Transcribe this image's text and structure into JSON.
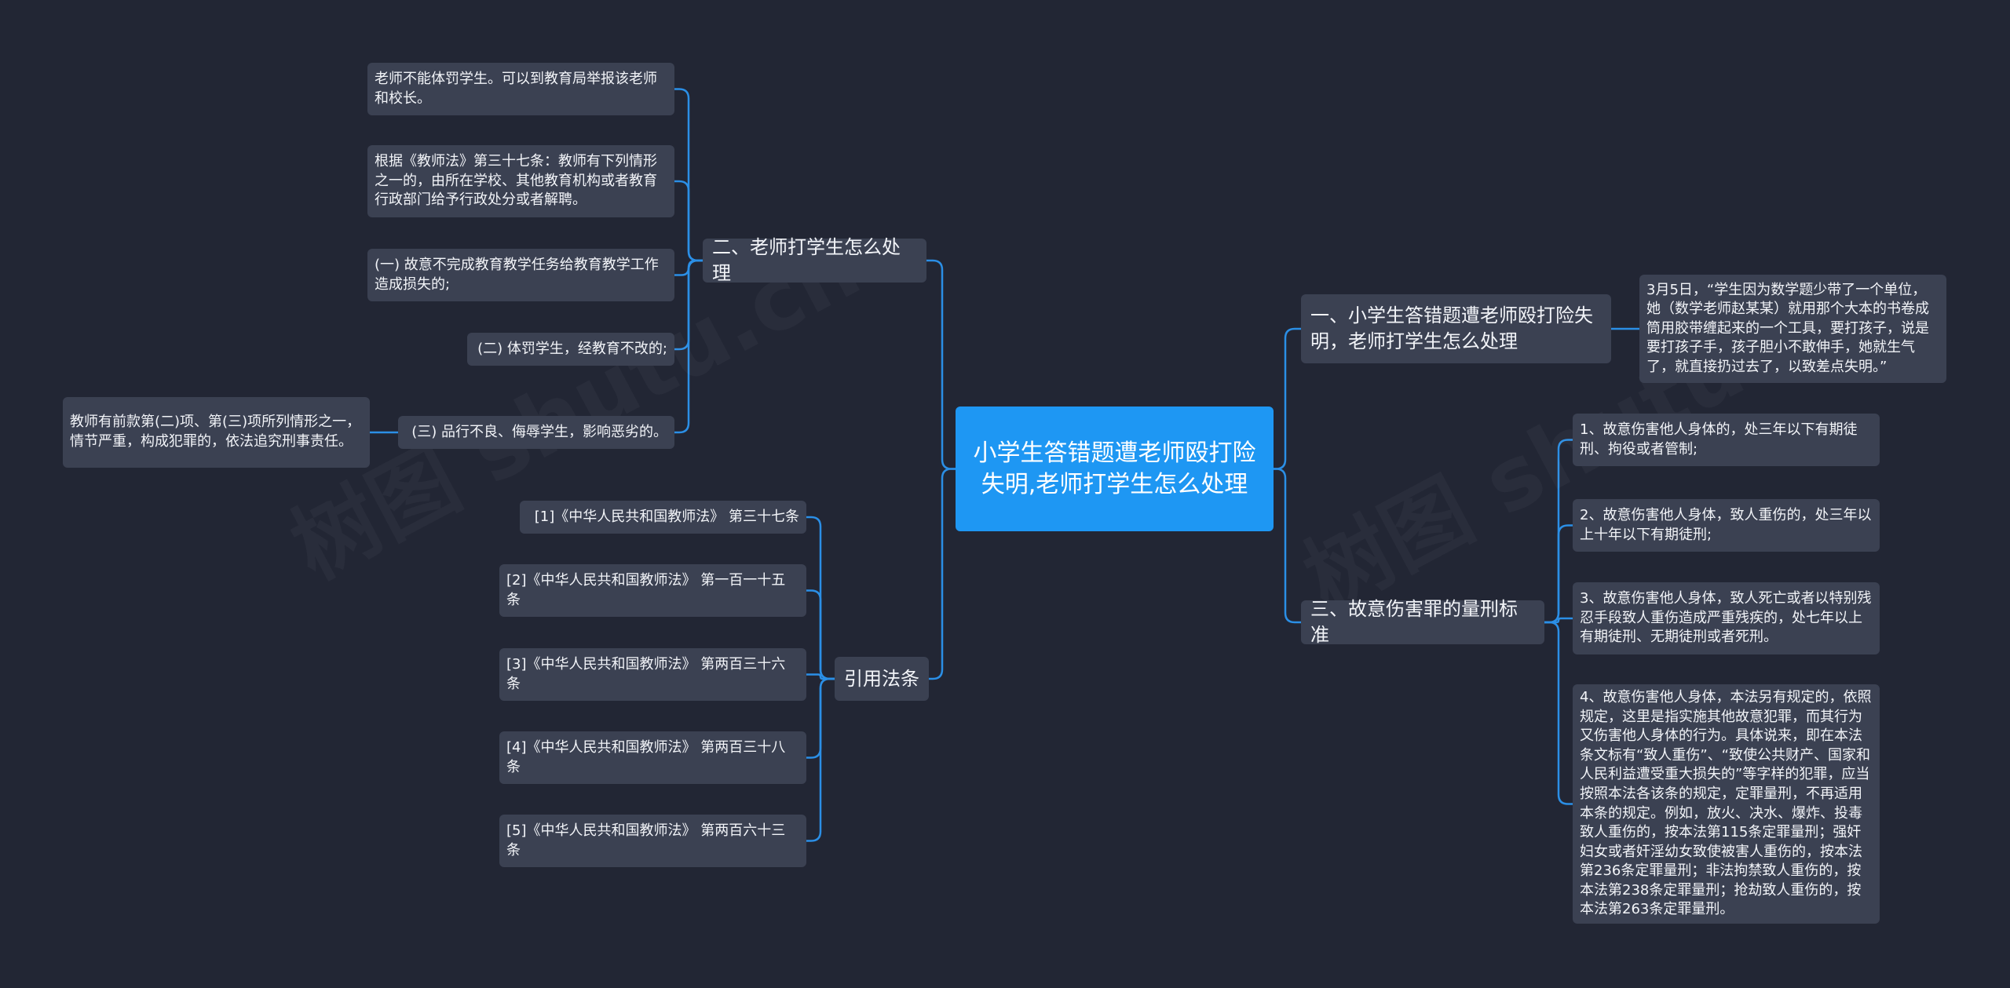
{
  "root": {
    "label": "小学生答错题遭老师殴打险失明,老师打学生怎么处理"
  },
  "branches": {
    "b1": {
      "label": "一、小学生答错题遭老师殴打险失明，老师打学生怎么处理"
    },
    "b2": {
      "label": "二、老师打学生怎么处理"
    },
    "b3": {
      "label": "三、故意伤害罪的量刑标准"
    },
    "b4": {
      "label": "引用法条"
    }
  },
  "b1_children": [
    "3月5日，“学生因为数学题少带了一个单位，她（数学老师赵某某）就用那个大本的书卷成筒用胶带缠起来的一个工具，要打孩子，说是要打孩子手，孩子胆小不敢伸手，她就生气了，就直接扔过去了，以致差点失明。”"
  ],
  "b2_children": [
    "老师不能体罚学生。可以到教育局举报该老师和校长。",
    "根据《教师法》第三十七条：教师有下列情形之一的，由所在学校、其他教育机构或者教育行政部门给予行政处分或者解聘。",
    "(一) 故意不完成教育教学任务给教育教学工作造成损失的;",
    "(二) 体罚学生，经教育不改的;",
    "(三) 品行不良、侮辱学生，影响恶劣的。"
  ],
  "b2_grandchild": "教师有前款第(二)项、第(三)项所列情形之一，情节严重，构成犯罪的，依法追究刑事责任。",
  "b3_children": [
    "1、故意伤害他人身体的，处三年以下有期徒刑、拘役或者管制;",
    "2、故意伤害他人身体，致人重伤的，处三年以上十年以下有期徒刑;",
    "3、故意伤害他人身体，致人死亡或者以特别残忍手段致人重伤造成严重残疾的，处七年以上有期徒刑、无期徒刑或者死刑。",
    "4、故意伤害他人身体，本法另有规定的，依照规定，这里是指实施其他故意犯罪，而其行为又伤害他人身体的行为。具体说来，即在本法条文标有“致人重伤”、“致使公共财产、国家和人民利益遭受重大损失的”等字样的犯罪，应当按照本法各该条的规定，定罪量刑，不再适用本条的规定。例如，放火、决水、爆炸、投毒致人重伤的，按本法第115条定罪量刑；强奸妇女或者奸淫幼女致使被害人重伤的，按本法第236条定罪量刑；非法拘禁致人重伤的，按本法第238条定罪量刑；抢劫致人重伤的，按本法第263条定罪量刑。"
  ],
  "b4_children": [
    "[1]《中华人民共和国教师法》 第三十七条",
    "[2]《中华人民共和国教师法》 第一百一十五条",
    "[3]《中华人民共和国教师法》 第两百三十六条",
    "[4]《中华人民共和国教师法》 第两百三十八条",
    "[5]《中华人民共和国教师法》 第两百六十三条"
  ],
  "watermark": "树图 shutu.cn",
  "colors": {
    "background": "#222634",
    "node": "#3b4152",
    "root": "#1e97f3",
    "link": "#2b8fe6",
    "text": "#f2f4f8"
  }
}
